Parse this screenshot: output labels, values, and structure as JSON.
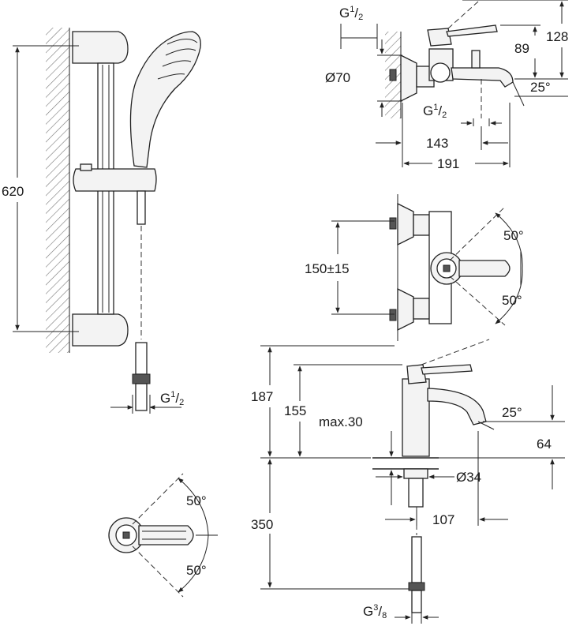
{
  "shower_set": {
    "height_label": "620",
    "thread_label": "G",
    "thread_sup": "1",
    "thread_sub": "2"
  },
  "bath_mixer": {
    "inlet_label": "G",
    "inlet_sup": "1",
    "inlet_sub": "2",
    "diameter_label": "Ø70",
    "height_small": "89",
    "height_large": "128",
    "angle_label": "25°",
    "outlet_label": "G",
    "outlet_sup": "1",
    "outlet_sub": "2",
    "depth_small": "143",
    "depth_large": "191"
  },
  "bath_mixer_top": {
    "spacing_label": "150±15",
    "angle_up": "50°",
    "angle_down": "50°"
  },
  "basin_mixer": {
    "height_total": "187",
    "height_spout": "155",
    "max_deck": "max.30",
    "angle_label": "25°",
    "spout_height": "64",
    "diameter_label": "Ø34",
    "below_deck": "350",
    "reach_label": "107",
    "thread_label": "G",
    "thread_sup": "3",
    "thread_sub": "8"
  },
  "basin_mixer_top": {
    "angle_up": "50°",
    "angle_down": "50°"
  }
}
